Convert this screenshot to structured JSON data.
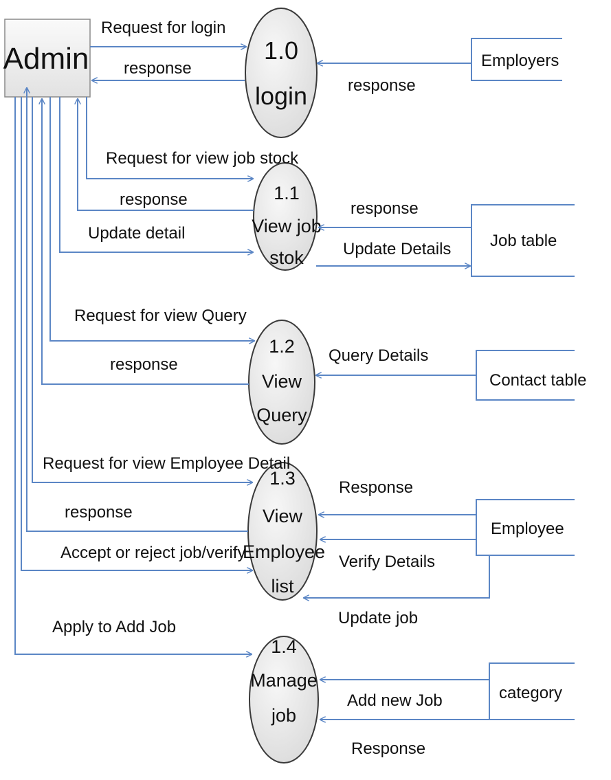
{
  "colors": {
    "flow_line": "#5b86c5",
    "process_fill": "#ececec",
    "process_stroke": "#3a3a3a",
    "entity_fill": "#f2f2f2"
  },
  "entity": {
    "label": "Admin"
  },
  "processes": {
    "p10": {
      "number": "1.0",
      "name": [
        "login"
      ]
    },
    "p11": {
      "number": "1.1",
      "name": [
        "View job",
        "stok"
      ]
    },
    "p12": {
      "number": "1.2",
      "name": [
        "View",
        "Query"
      ]
    },
    "p13": {
      "number": "1.3",
      "name": [
        "View",
        "Employee",
        "list"
      ]
    },
    "p14": {
      "number": "1.4",
      "name": [
        "Manage",
        "job"
      ]
    }
  },
  "stores": {
    "employers": "Employers",
    "job_table": "Job table",
    "contact_table": "Contact table",
    "employee": "Employee",
    "category": "category"
  },
  "flows": {
    "request_login": "Request for login",
    "response_login": "response",
    "response_employers": "response",
    "request_view_job_stock": "Request for view job stock",
    "response_job_stock": "response",
    "update_detail": "Update detail",
    "response_job_table": "response",
    "update_details_job_table": "Update Details",
    "request_view_query": "Request for view Query",
    "response_query": "response",
    "query_details": "Query Details",
    "request_view_employee": "Request for view Employee Detail",
    "response_employee": "response",
    "accept_reject": "Accept or reject job/verify",
    "response_employee_store": "Response",
    "verify_details": "Verify Details",
    "update_job": "Update job",
    "apply_add_job": "Apply to Add Job",
    "add_new_job": "Add new Job",
    "response_category": "Response"
  }
}
